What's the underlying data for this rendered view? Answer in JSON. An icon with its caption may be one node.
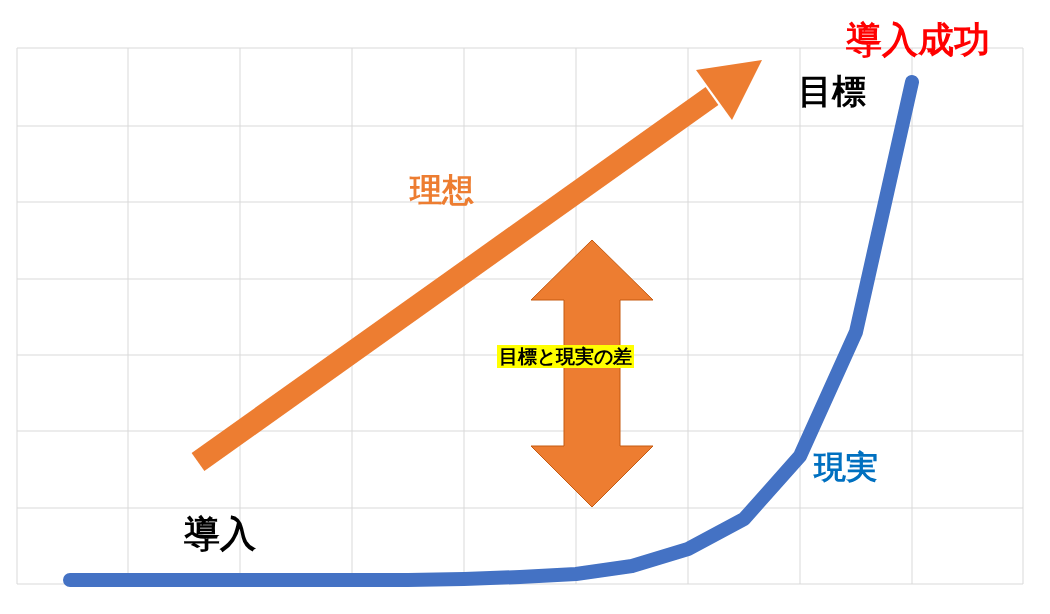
{
  "diagram": {
    "labels": [
      "導入成功",
      "目標",
      "理想",
      "目標と現実の差",
      "現実",
      "導入"
    ]
  }
}
